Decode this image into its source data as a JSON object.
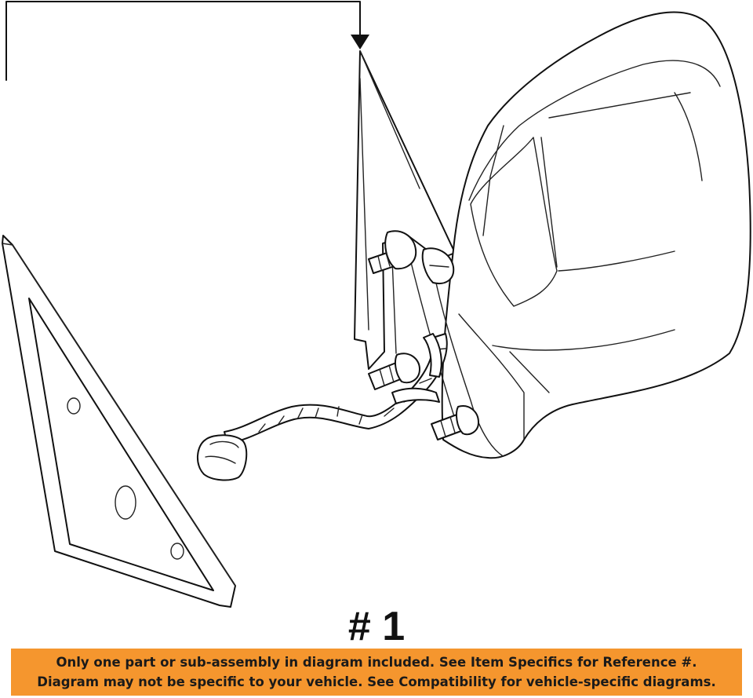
{
  "callout": {
    "label": "# 1"
  },
  "notice": {
    "line1": "Only one part or sub-assembly in diagram included. See Item Specifics for Reference #.",
    "line2": "Diagram may not be specific to your vehicle. See Compatibility for vehicle-specific diagrams."
  },
  "colors": {
    "banner_background": "#f5962e",
    "line_art": "#111111"
  }
}
